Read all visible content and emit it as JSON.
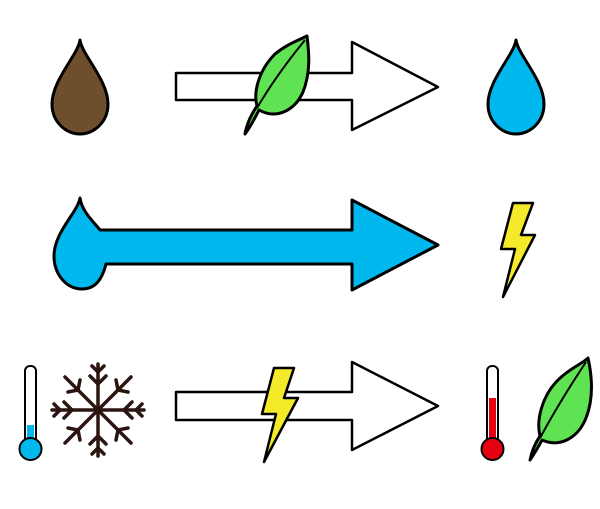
{
  "colors": {
    "dirty_water": "#6f4e2e",
    "clean_water": "#00b7ee",
    "leaf": "#5fe352",
    "lightning": "#f4ea2a",
    "hot": "#e60012",
    "cold_snowflake": "#2b1511",
    "outline": "#000000",
    "hollow_arrow": "#ffffff"
  },
  "rows": [
    {
      "process": "water-filtration",
      "input_icons": [
        "dirty-water-drop-icon"
      ],
      "arrow_style": "hollow",
      "arrow_overlay_icon": "leaf-icon",
      "output_icons": [
        "clean-water-drop-icon"
      ]
    },
    {
      "process": "hydro-power",
      "input_icons": [
        "water-drop-icon"
      ],
      "arrow_style": "water-filled",
      "arrow_overlay_icon": "",
      "output_icons": [
        "lightning-icon"
      ]
    },
    {
      "process": "heating",
      "input_icons": [
        "cold-thermometer-icon",
        "snowflake-icon"
      ],
      "arrow_style": "hollow",
      "arrow_overlay_icon": "lightning-icon",
      "output_icons": [
        "hot-thermometer-icon",
        "leaf-icon"
      ]
    }
  ]
}
